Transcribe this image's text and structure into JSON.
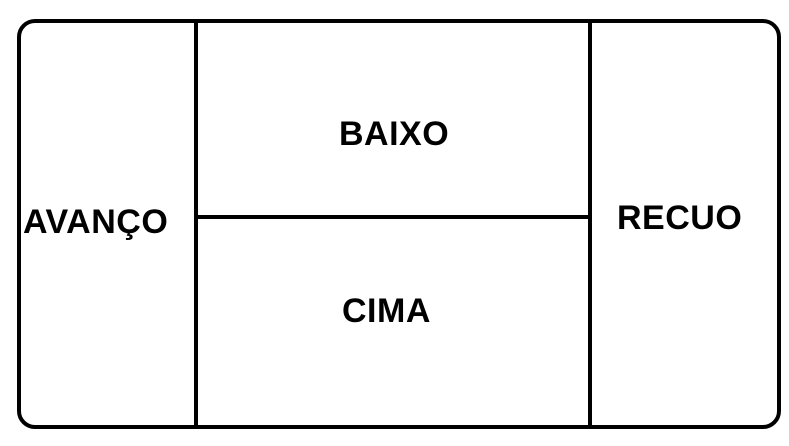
{
  "diagram": {
    "cells": {
      "left": "AVANÇO",
      "center_top": "BAIXO",
      "center_bottom": "CIMA",
      "right": "RECUO"
    }
  }
}
